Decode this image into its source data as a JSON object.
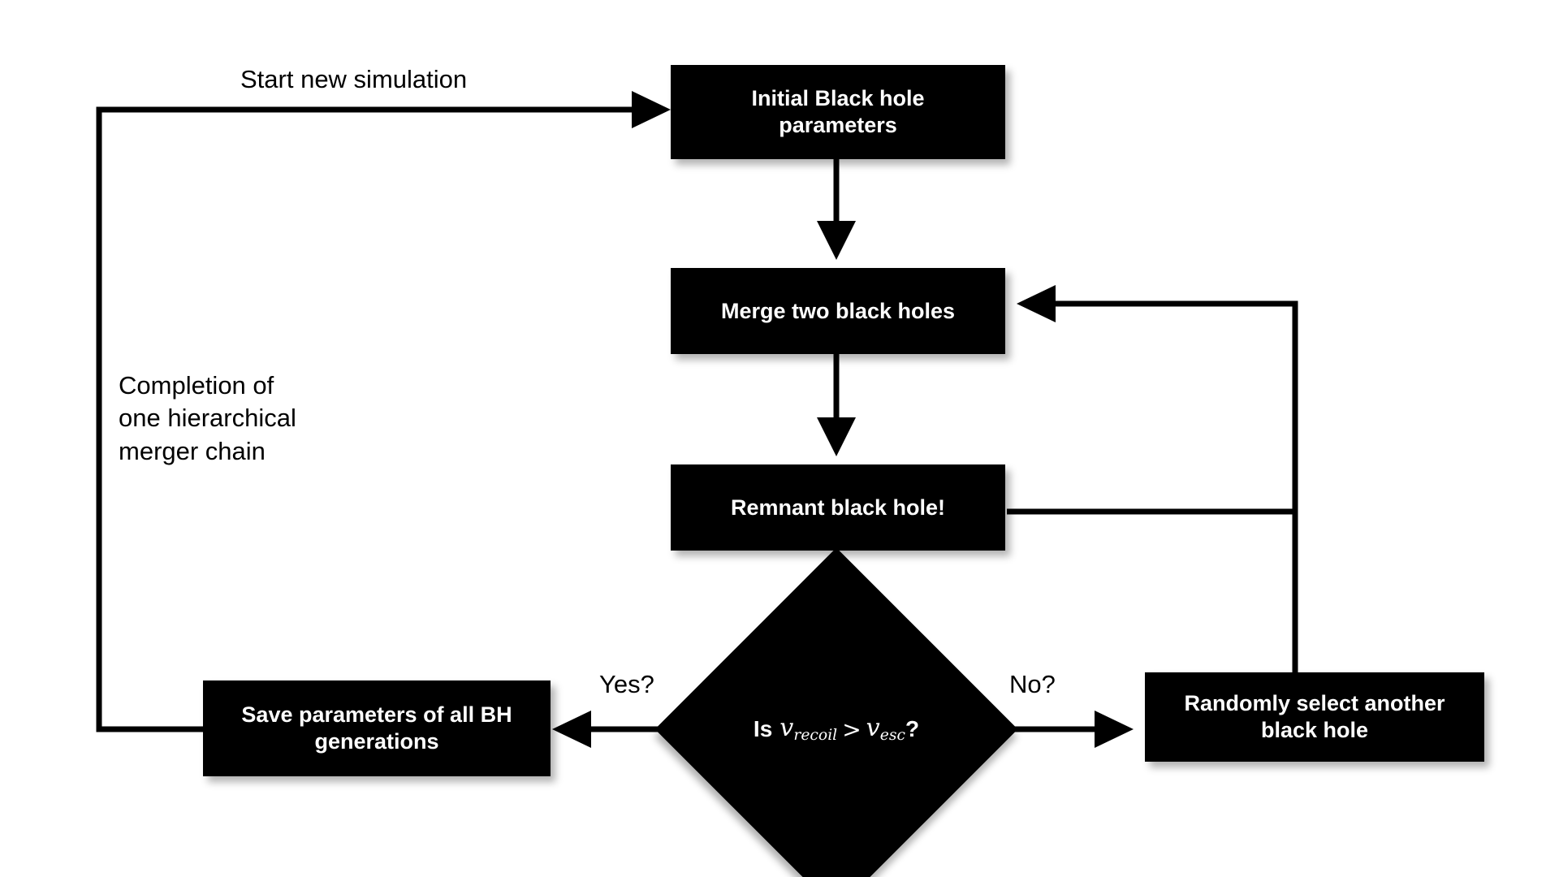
{
  "diagram": {
    "title": "Hierarchical black hole merger simulation flowchart",
    "background_color": "#ffffff",
    "node_fill_color": "#000000",
    "node_text_color": "#ffffff",
    "connector_color": "#000000"
  },
  "nodes": {
    "initial_parameters": {
      "label": "Initial Black hole\nparameters",
      "shape": "rectangle"
    },
    "merge": {
      "label": "Merge two black holes",
      "shape": "rectangle"
    },
    "remnant": {
      "label": "Remnant black hole!",
      "shape": "rectangle"
    },
    "decision": {
      "shape": "diamond",
      "prefix": "Is",
      "lhs_var": "v",
      "lhs_sub": "recoil",
      "operator": ">",
      "rhs_var": "v",
      "rhs_sub": "esc",
      "suffix": "?",
      "plain_label": "Is v_recoil > v_esc?"
    },
    "save": {
      "label": "Save parameters of all BH\ngenerations",
      "shape": "rectangle"
    },
    "random_select": {
      "label": "Randomly select another\nblack hole",
      "shape": "rectangle"
    }
  },
  "edge_labels": {
    "start": "Start new simulation",
    "yes": "Yes?",
    "no": "No?",
    "completion": "Completion of\none hierarchical\nmerger chain"
  },
  "edges": [
    {
      "from": "save",
      "to": "initial_parameters",
      "label": "Start new simulation",
      "route": "left-loop-up"
    },
    {
      "from": "initial_parameters",
      "to": "merge",
      "label": "",
      "route": "down"
    },
    {
      "from": "merge",
      "to": "remnant",
      "label": "",
      "route": "down"
    },
    {
      "from": "remnant",
      "to": "decision",
      "label": "",
      "route": "down"
    },
    {
      "from": "decision",
      "to": "save",
      "label": "Yes?",
      "route": "left"
    },
    {
      "from": "decision",
      "to": "random_select",
      "label": "No?",
      "route": "right"
    },
    {
      "from": "random_select",
      "to": "remnant",
      "label": "",
      "route": "up-join"
    },
    {
      "from": "remnant",
      "to": "merge",
      "label": "",
      "route": "right-loop-up"
    }
  ]
}
